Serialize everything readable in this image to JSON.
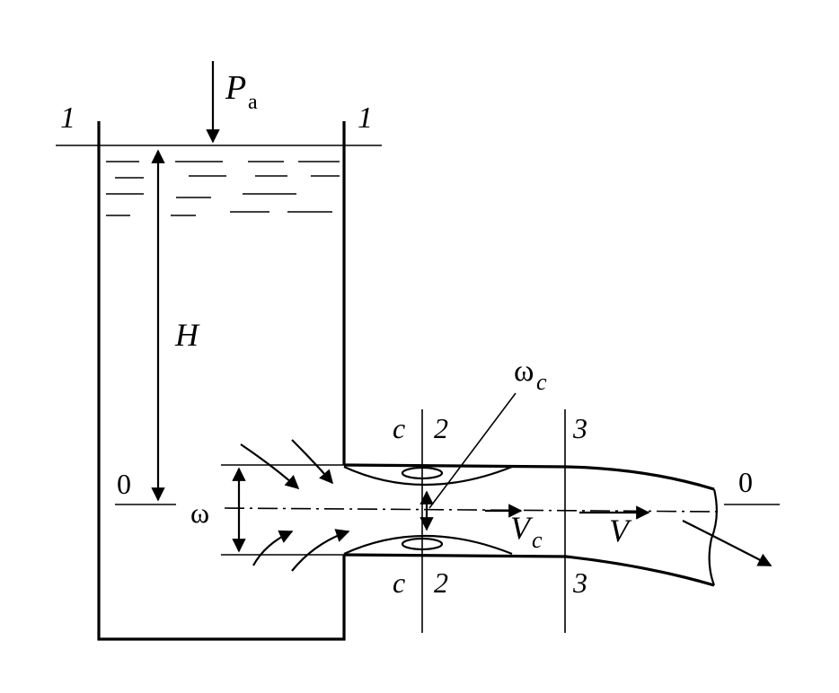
{
  "labels": {
    "section1_left": "1",
    "section1_right": "1",
    "pressure": "P",
    "pressure_sub": "a",
    "head": "H",
    "datum_left": "0",
    "datum_right": "0",
    "area": "ω",
    "contracted_area": "ω",
    "contracted_area_sub": "c",
    "vena_velocity": "V",
    "vena_velocity_sub": "c",
    "velocity": "V",
    "sec_c_top": "c",
    "sec_c_bottom": "c",
    "sec2_top": "2",
    "sec2_bottom": "2",
    "sec3_top": "3",
    "sec3_bottom": "3"
  }
}
